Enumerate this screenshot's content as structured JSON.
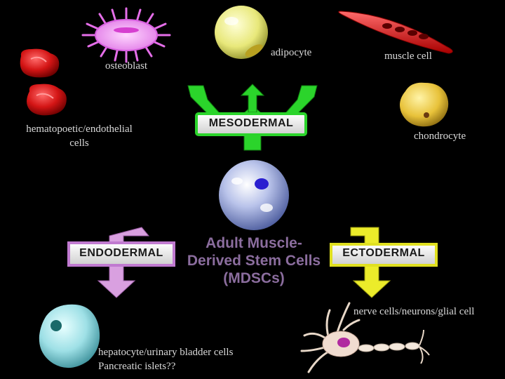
{
  "center": {
    "lines": [
      "Adult Muscle-",
      "Derived Stem Cells",
      "(MDSCs)"
    ],
    "color": "#8b6d9e"
  },
  "germ_layers": {
    "mesodermal": "MESODERMAL",
    "endodermal": "ENDODERMAL",
    "ectodermal": "ECTODERMAL"
  },
  "labels": {
    "osteoblast": "osteoblast",
    "adipocyte": "adipocyte",
    "muscle_cell": "muscle cell",
    "hematopoetic_line1": "hematopoetic/endothelial",
    "hematopoetic_line2": "cells",
    "chondrocyte": "chondrocyte",
    "nerve": "nerve cells/neurons/glial cell",
    "hepatocyte_line1": "hepatocyte/urinary bladder cells",
    "hepatocyte_line2": "Pancreatic islets??"
  },
  "colors": {
    "mesodermal_arrow": "#2bd42b",
    "endodermal_arrow": "#d9a0e0",
    "ectodermal_arrow": "#ecec2a",
    "label_text": "#d9d9d9",
    "dark_label_text": "#1a1a1a"
  }
}
